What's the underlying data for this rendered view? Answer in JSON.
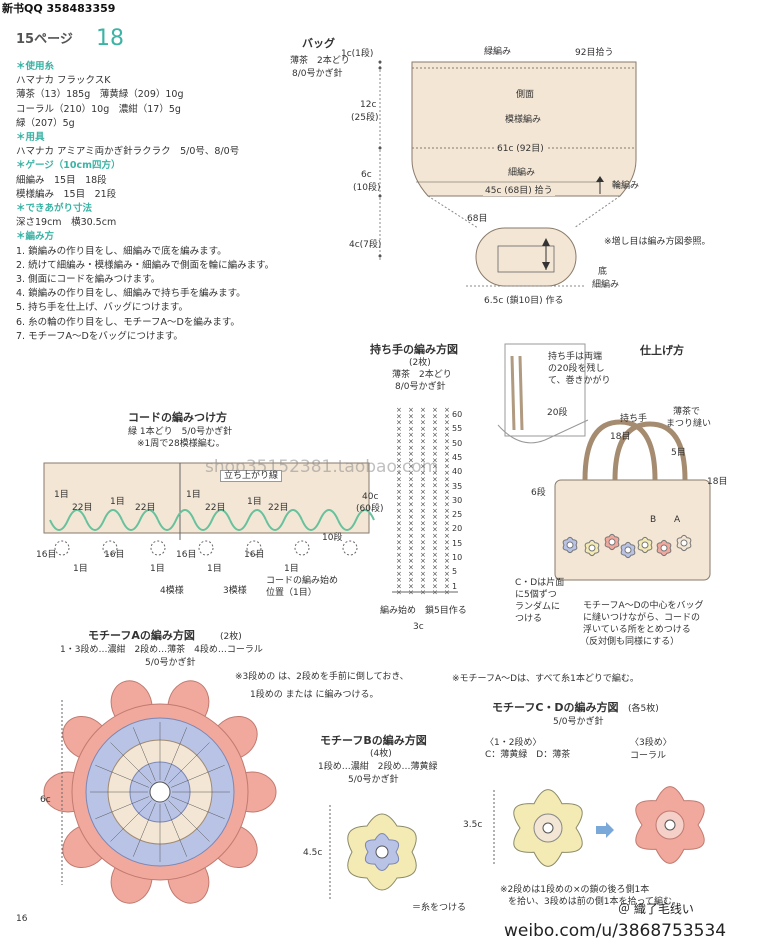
{
  "watermark_top": "新书QQ 358483359",
  "header": {
    "page_ref": "15ページ",
    "page_num": "18"
  },
  "specs": [
    {
      "text": "＊使用糸",
      "head": true
    },
    {
      "text": "ハマナカ フラックスK",
      "head": false
    },
    {
      "text": "薄茶（13）185g　薄黄緑（209）10g",
      "head": false
    },
    {
      "text": "コーラル（210）10g　濃紺（17）5g",
      "head": false
    },
    {
      "text": "緑（207）5g",
      "head": false
    },
    {
      "text": "＊用具",
      "head": true
    },
    {
      "text": "ハマナカ アミアミ両かぎ針ラクラク　5/0号、8/0号",
      "head": false
    },
    {
      "text": "＊ゲージ（10cm四方）",
      "head": true
    },
    {
      "text": "細編み　15目　18段",
      "head": false
    },
    {
      "text": "模様編み　15目　21段",
      "head": false
    },
    {
      "text": "＊できあがり寸法",
      "head": true
    },
    {
      "text": "深さ19cm　横30.5cm",
      "head": false
    },
    {
      "text": "＊編み方",
      "head": true
    },
    {
      "text": "1. 鎖編みの作り目をし、細編みで底を編みます。",
      "head": false
    },
    {
      "text": "2. 続けて細編み・模様編み・細編みで側面を輪に編みます。",
      "head": false
    },
    {
      "text": "3. 側面にコードを編みつけます。",
      "head": false
    },
    {
      "text": "4. 鎖編みの作り目をし、細編みで持ち手を編みます。",
      "head": false
    },
    {
      "text": "5. 持ち手を仕上げ、バッグにつけます。",
      "head": false
    },
    {
      "text": "6. 糸の輪の作り目をし、モチーフA～Dを編みます。",
      "head": false
    },
    {
      "text": "7. モチーフA～Dをバッグにつけます。",
      "head": false
    }
  ],
  "bag": {
    "title": "バッグ",
    "yarn1": "薄茶　2本どり",
    "yarn2": "8/0号かぎ針",
    "dim_1c": "1c(1段)",
    "dim_12c": "12c",
    "dim_25": "(25段)",
    "dim_6c": "6c",
    "dim_10": "(10段)",
    "dim_4c": "4c(7段)",
    "green": "緑編み",
    "pick92": "92目拾う",
    "side": "側面",
    "pattern": "模様編み",
    "c61": "61c (92目)",
    "sc": "細編み",
    "c45": "45c (68目) 拾う",
    "ring": "輪編み",
    "m68": "68目",
    "note_inc": "※増し目は編み方図参照。",
    "bottom": "底",
    "bottom_sc": "細編み",
    "c65": "6.5c (鎖10目) 作る"
  },
  "handle": {
    "title": "持ち手の編み方図",
    "count": "(2枚)",
    "yarn1": "薄茶　2本どり",
    "yarn2": "8/0号かぎ針",
    "c40": "40c",
    "r60": "(60段)",
    "rows": [
      "60",
      "55",
      "50",
      "45",
      "40",
      "35",
      "30",
      "25",
      "20",
      "15",
      "10",
      "5",
      "1"
    ],
    "start": "編み始め　鎖5目作る",
    "c3": "3c"
  },
  "finish": {
    "title": "仕上げ方",
    "note1": "持ち手は両端",
    "note2": "の20段を残し",
    "note3": "て、巻きかがり",
    "r20": "20段",
    "handle_lbl": "持ち手",
    "sew1": "薄茶で",
    "sew2": "まつり縫い",
    "m18a": "18目",
    "m5": "5目",
    "m6": "6段",
    "m18b": "18目",
    "B": "B",
    "A": "A",
    "cd1": "C・Dは片面",
    "cd2": "に5個ずつ",
    "cd3": "ランダムに",
    "cd4": "つける",
    "mo1": "モチーフA～Dの中心をバッグ",
    "mo2": "に縫いつけながら、コードの",
    "mo3": "浮いている所をとめつける",
    "mo4": "（反対側も同様にする）"
  },
  "cord": {
    "title": "コードの編みつけ方",
    "yarn": "緑 1本どり　5/0号かぎ針",
    "note": "※1周で28模様編む。",
    "rise": "立ち上がり線",
    "m1": "1目",
    "m22": "22目",
    "r10": "10段",
    "m16": "16目",
    "p4": "4模様",
    "p3": "3模様",
    "start1": "コードの編み始め",
    "start2": "位置（1目）",
    "watermark": "shop35152381.taobao.com"
  },
  "motifA": {
    "title": "モチーフAの編み方図",
    "count": "(2枚)",
    "rows": "1・3段め…濃紺　2段め…薄茶　4段め…コーラル",
    "hook": "5/0号かぎ針",
    "dim": "6c"
  },
  "notes": {
    "n1": "※3段めの   は、2段めを手前に倒しておき、",
    "n2": "1段めの   または   に編みつける。",
    "n3": "※モチーフA～Dは、すべて糸1本どりで編む。"
  },
  "motifB": {
    "title": "モチーフBの編み方図",
    "count": "(4枚)",
    "rows": "1段め…濃紺　2段め…薄黄緑",
    "hook": "5/0号かぎ針",
    "dim": "4.5c",
    "attach": "＝糸をつける"
  },
  "motifCD": {
    "title": "モチーフC・Dの編み方図",
    "count": "(各5枚)",
    "hook": "5/0号かぎ針",
    "r12": "〈1・2段め〉",
    "colors12": "C：薄黄緑　D：薄茶",
    "r3": "〈3段め〉",
    "color3": "コーラル",
    "dim": "3.5c",
    "note1": "※2段めは1段めの×の鎖の後ろ側1本",
    "note2": "を拾い、3段めは前の側1本を拾って編む。"
  },
  "footer": {
    "page": "16",
    "weibo": "weibo.com/u/3868753534",
    "stamp": "＠ 織了毛线い"
  },
  "colors": {
    "teal": "#3bb3a5",
    "beige": "#f3e6d5",
    "coral": "#f2a99d",
    "lavender": "#b9c3e6",
    "yellow": "#f4eab3",
    "green": "#66c19c"
  }
}
